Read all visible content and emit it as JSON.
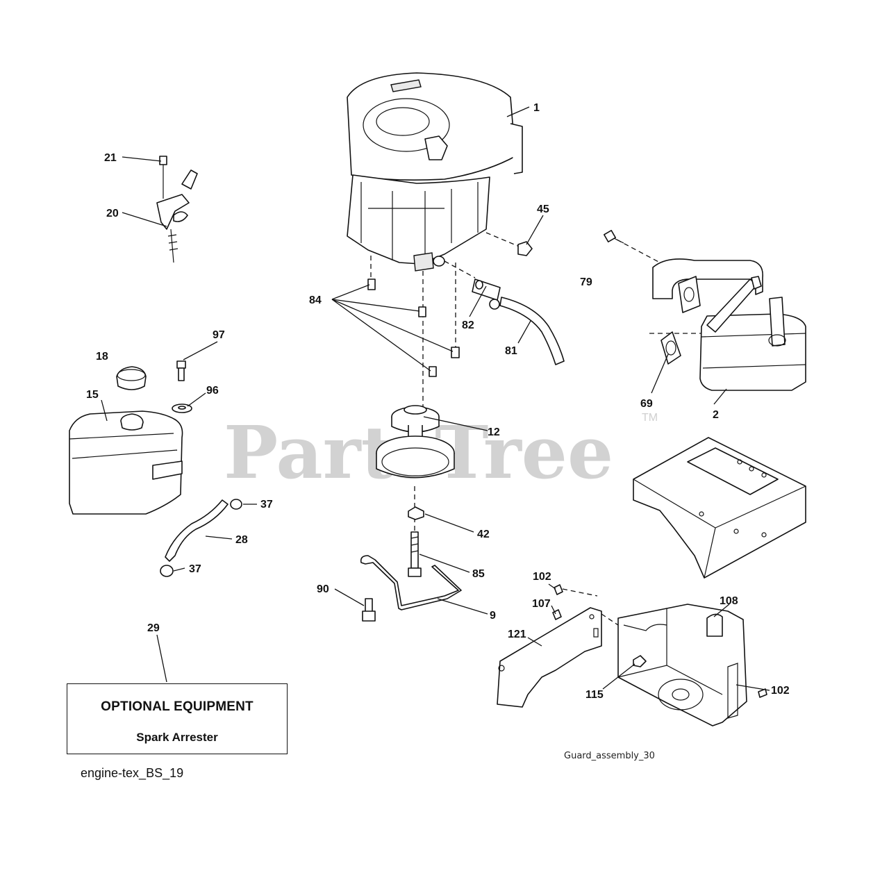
{
  "watermark": {
    "text": "PartsTree",
    "tm": "TM"
  },
  "callouts": [
    {
      "id": "c1",
      "text": "1"
    },
    {
      "id": "c21",
      "text": "21"
    },
    {
      "id": "c20",
      "text": "20"
    },
    {
      "id": "c45",
      "text": "45"
    },
    {
      "id": "c79",
      "text": "79"
    },
    {
      "id": "c84",
      "text": "84"
    },
    {
      "id": "c82",
      "text": "82"
    },
    {
      "id": "c81",
      "text": "81"
    },
    {
      "id": "c97",
      "text": "97"
    },
    {
      "id": "c18",
      "text": "18"
    },
    {
      "id": "c96",
      "text": "96"
    },
    {
      "id": "c15",
      "text": "15"
    },
    {
      "id": "c69",
      "text": "69"
    },
    {
      "id": "c2",
      "text": "2"
    },
    {
      "id": "c12",
      "text": "12"
    },
    {
      "id": "c37a",
      "text": "37"
    },
    {
      "id": "c28",
      "text": "28"
    },
    {
      "id": "c37b",
      "text": "37"
    },
    {
      "id": "c42",
      "text": "42"
    },
    {
      "id": "c85",
      "text": "85"
    },
    {
      "id": "c102a",
      "text": "102"
    },
    {
      "id": "c90",
      "text": "90"
    },
    {
      "id": "c9",
      "text": "9"
    },
    {
      "id": "c107",
      "text": "107"
    },
    {
      "id": "c108",
      "text": "108"
    },
    {
      "id": "c121",
      "text": "121"
    },
    {
      "id": "c29",
      "text": "29"
    },
    {
      "id": "c115",
      "text": "115"
    },
    {
      "id": "c102b",
      "text": "102"
    }
  ],
  "optional_box": {
    "title": "OPTIONAL EQUIPMENT",
    "item": "Spark Arrester"
  },
  "captions": {
    "diagram_id": "engine-tex_BS_19",
    "guard_id": "Guard_assembly_30"
  }
}
